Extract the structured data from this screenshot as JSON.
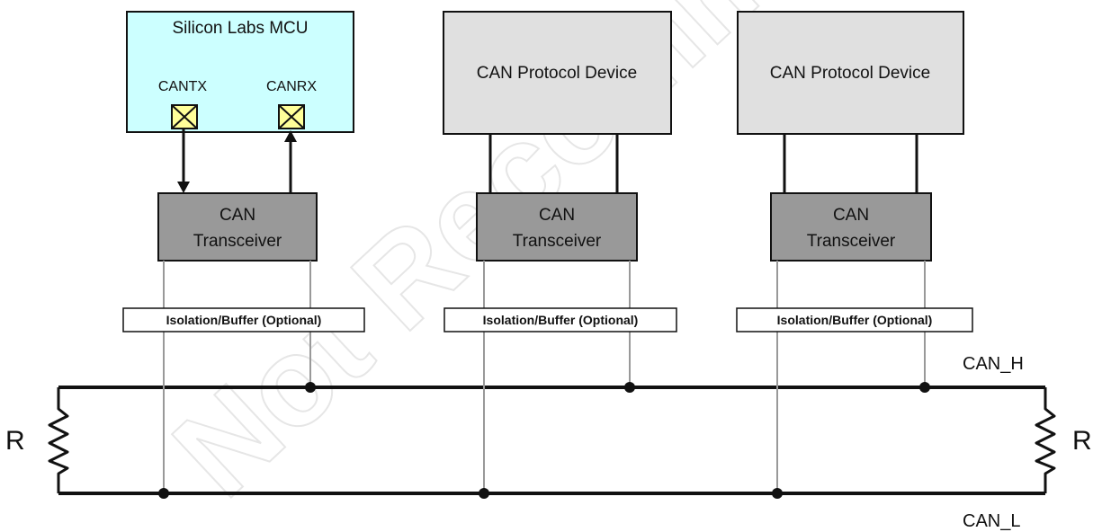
{
  "watermark": "Not Recommended for",
  "mcu": {
    "title": "Silicon Labs MCU",
    "pin_tx": "CANTX",
    "pin_rx": "CANRX"
  },
  "protocol_devices": [
    {
      "label": "CAN Protocol Device"
    },
    {
      "label": "CAN Protocol Device"
    }
  ],
  "transceivers": [
    {
      "line1": "CAN",
      "line2": "Transceiver"
    },
    {
      "line1": "CAN",
      "line2": "Transceiver"
    },
    {
      "line1": "CAN",
      "line2": "Transceiver"
    }
  ],
  "isolation": [
    {
      "label": "Isolation/Buffer (Optional)"
    },
    {
      "label": "Isolation/Buffer (Optional)"
    },
    {
      "label": "Isolation/Buffer (Optional)"
    }
  ],
  "bus": {
    "high_label": "CAN_H",
    "low_label": "CAN_L"
  },
  "resistors": {
    "left_label": "R",
    "right_label": "R"
  },
  "colors": {
    "mcu_fill": "#ccffff",
    "pin_fill": "#ffff99",
    "device_fill": "#e0e0e0",
    "transceiver_fill": "#999999",
    "isolation_fill": "#ffffff",
    "line": "#111111",
    "thin_line": "#999999"
  }
}
